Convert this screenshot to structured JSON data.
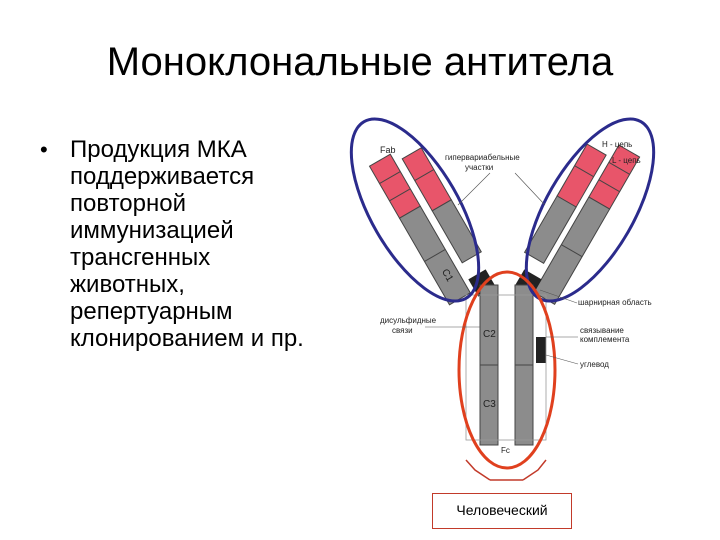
{
  "slide": {
    "title": "Моноклональные антитела",
    "bullets": [
      {
        "lines": [
          "Продукция МКА",
          "поддерживается",
          "повторной",
          "иммунизацией",
          "трансгенных",
          "животных,",
          "репертуарным",
          "клонированием и пр."
        ]
      }
    ]
  },
  "diagram": {
    "labels": {
      "fab": "Fab",
      "hypervariable_line1": "гипервариабельные",
      "hypervariable_line2": "участки",
      "h_chain": "H - цепь",
      "l_chain": "L - цепь",
      "hinge": "шарнирная область",
      "disulfide_line1": "дисульфидные",
      "disulfide_line2": "связи",
      "complement_line1": "связывание",
      "complement_line2": "комплемента",
      "carbohydrate": "углевод",
      "fc": "Fc",
      "c1": "C1",
      "c2": "C2",
      "c3": "C3"
    },
    "human_label": "Человеческий",
    "colors": {
      "variable_region": "#e8556a",
      "constant_region": "#8c8c8c",
      "fab_ellipse": "#2b2b8c",
      "fc_ellipse": "#e0401e",
      "label_box_border": "#c23a2a"
    }
  }
}
